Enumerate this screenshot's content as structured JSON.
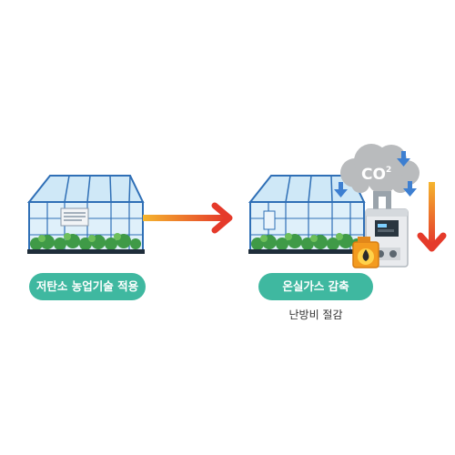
{
  "left_section": {
    "label": "저탄소 농업기술 적용"
  },
  "right_section": {
    "label": "온실가스 감축",
    "sublabel": "난방비 절감"
  },
  "cloud": {
    "text": "CO",
    "superscript": "2"
  },
  "colors": {
    "pill": "#3fb8a0",
    "arrow_start": "#f5b52e",
    "arrow_end": "#e53a2a",
    "frame_blue": "#2f6fb6",
    "glass": "#cfe8f7",
    "plants": "#3f9a47",
    "cloud": "#b9bbbd",
    "down_arrow": "#3d7fd1"
  },
  "icons": [
    "greenhouse-icon",
    "gradient-arrow-icon",
    "co2-cloud-icon",
    "boiler-icon",
    "fuel-can-icon",
    "down-arrow-icon"
  ]
}
